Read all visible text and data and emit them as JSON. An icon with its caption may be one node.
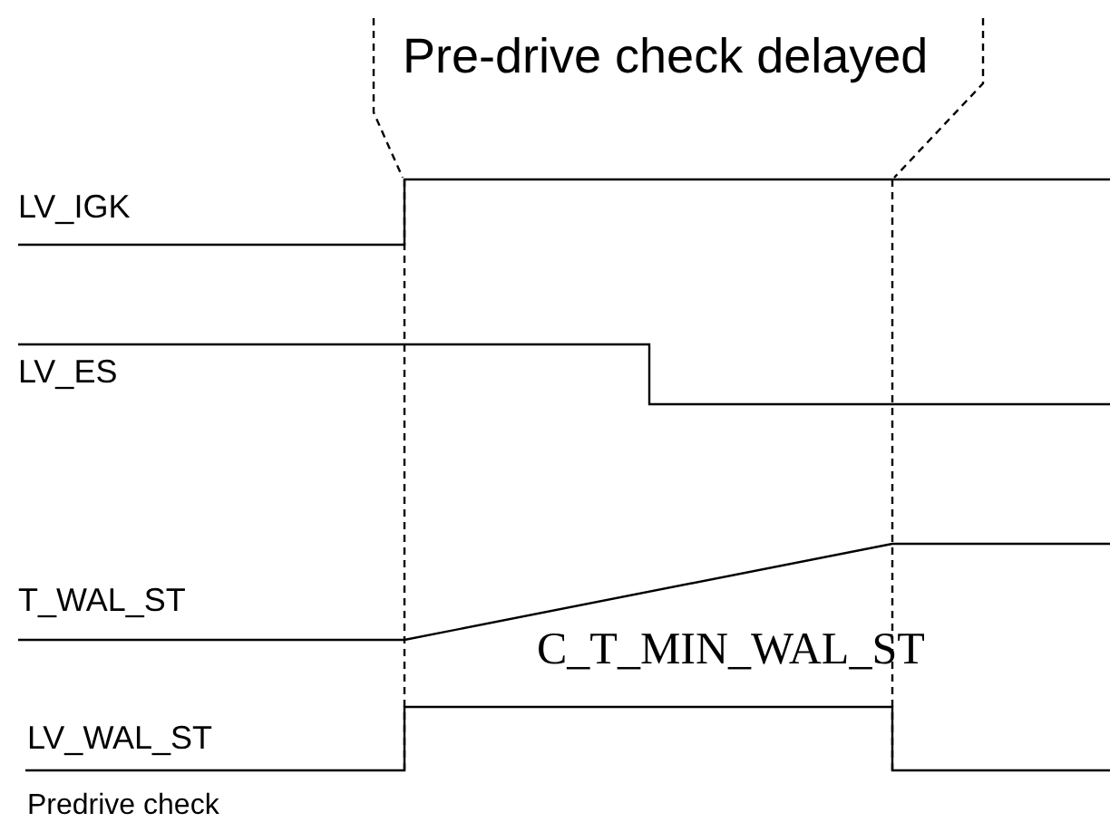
{
  "diagram": {
    "labels": [
      "Pre-drive check delayed",
      "LV_IGK",
      "LV_ES",
      "T_WAL_ST",
      "C_T_MIN_WAL_ST",
      "LV_WAL_ST",
      "Predrive check"
    ]
  }
}
